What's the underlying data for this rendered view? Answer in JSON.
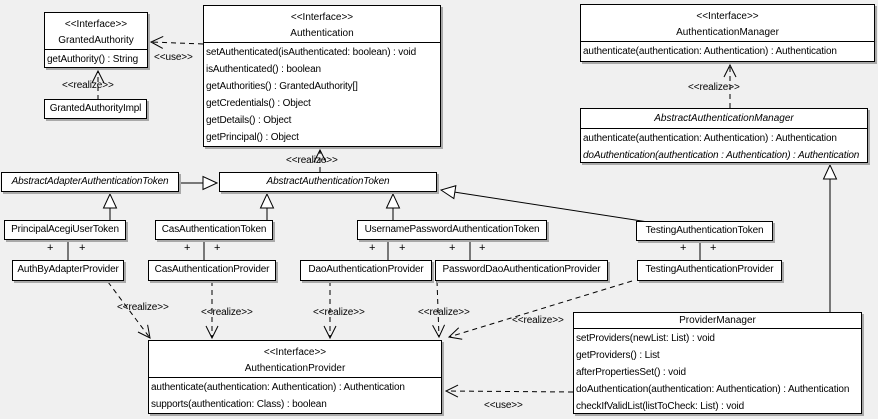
{
  "diagram": {
    "kind": "uml-class-diagram",
    "background_color": "#f0f0f0",
    "box_fill": "#ffffff",
    "line_color": "#000000"
  },
  "labels": {
    "realize": "<<realize>>",
    "use": "<<use>>",
    "plus": "+"
  },
  "classes": {
    "granted_authority": {
      "stereotype": "<<Interface>>",
      "name": "GrantedAuthority",
      "methods": [
        "getAuthority() : String"
      ]
    },
    "granted_authority_impl": {
      "name": "GrantedAuthorityImpl"
    },
    "authentication": {
      "stereotype": "<<Interface>>",
      "name": "Authentication",
      "methods": [
        "setAuthenticated(isAuthenticated: boolean) : void",
        "isAuthenticated() : boolean",
        "getAuthorities() : GrantedAuthority[]",
        "getCredentials() : Object",
        "getDetails() : Object",
        "getPrincipal() : Object"
      ]
    },
    "authentication_manager": {
      "stereotype": "<<Interface>>",
      "name": "AuthenticationManager",
      "methods": [
        "authenticate(authentication: Authentication) : Authentication"
      ]
    },
    "abstract_authentication_manager": {
      "name": "AbstractAuthenticationManager",
      "methods": [
        "authenticate(authentication: Authentication) : Authentication",
        "doAuthentication(authentication : Authentication) : Authentication"
      ]
    },
    "abstract_adapter_authentication_token": {
      "name": "AbstractAdapterAuthenticationToken"
    },
    "abstract_authentication_token": {
      "name": "AbstractAuthenticationToken"
    },
    "principal_acegi_user_token": {
      "name": "PrincipalAcegiUserToken"
    },
    "cas_authentication_token": {
      "name": "CasAuthenticationToken"
    },
    "username_password_authentication_token": {
      "name": "UsernamePasswordAuthenticationToken"
    },
    "testing_authentication_token": {
      "name": "TestingAuthenticationToken"
    },
    "auth_by_adapter_provider": {
      "name": "AuthByAdapterProvider"
    },
    "cas_authentication_provider": {
      "name": "CasAuthenticationProvider"
    },
    "dao_authentication_provider": {
      "name": "DaoAuthenticationProvider"
    },
    "password_dao_authentication_provider": {
      "name": "PasswordDaoAuthenticationProvider"
    },
    "testing_authentication_provider": {
      "name": "TestingAuthenticationProvider"
    },
    "authentication_provider": {
      "stereotype": "<<Interface>>",
      "name": "AuthenticationProvider",
      "methods": [
        "authenticate(authentication: Authentication) : Authentication",
        "supports(authentication: Class) : boolean"
      ]
    },
    "provider_manager": {
      "name": "ProviderManager",
      "methods": [
        "setProviders(newList: List) : void",
        "getProviders() : List",
        "afterPropertiesSet() : void",
        "doAuthentication(authentication: Authentication) : Authentication",
        "checkIfValidList(listToCheck: List) : void"
      ]
    }
  },
  "relationships": [
    {
      "type": "use",
      "from": "Authentication",
      "to": "GrantedAuthority",
      "label": "<<use>>"
    },
    {
      "type": "realize",
      "from": "GrantedAuthorityImpl",
      "to": "GrantedAuthority",
      "label": "<<realize>>"
    },
    {
      "type": "realize",
      "from": "AbstractAuthenticationToken",
      "to": "Authentication",
      "label": "<<realize>>"
    },
    {
      "type": "realize",
      "from": "AbstractAuthenticationManager",
      "to": "AuthenticationManager",
      "label": "<<realize>>"
    },
    {
      "type": "generalization",
      "from": "AbstractAdapterAuthenticationToken",
      "to": "AbstractAuthenticationToken"
    },
    {
      "type": "generalization",
      "from": "PrincipalAcegiUserToken",
      "to": "AbstractAdapterAuthenticationToken"
    },
    {
      "type": "generalization",
      "from": "CasAuthenticationToken",
      "to": "AbstractAuthenticationToken"
    },
    {
      "type": "generalization",
      "from": "UsernamePasswordAuthenticationToken",
      "to": "AbstractAuthenticationToken"
    },
    {
      "type": "generalization",
      "from": "TestingAuthenticationToken",
      "to": "AbstractAuthenticationToken"
    },
    {
      "type": "generalization",
      "from": "ProviderManager",
      "to": "AbstractAuthenticationManager"
    },
    {
      "type": "association",
      "from": "PrincipalAcegiUserToken",
      "to": "AuthByAdapterProvider",
      "end_labels": [
        "+",
        "+"
      ]
    },
    {
      "type": "association",
      "from": "CasAuthenticationToken",
      "to": "CasAuthenticationProvider",
      "end_labels": [
        "+",
        "+"
      ]
    },
    {
      "type": "association",
      "from": "UsernamePasswordAuthenticationToken",
      "to": "DaoAuthenticationProvider",
      "end_labels": [
        "+",
        "+"
      ]
    },
    {
      "type": "association",
      "from": "UsernamePasswordAuthenticationToken",
      "to": "PasswordDaoAuthenticationProvider",
      "end_labels": [
        "+",
        "+"
      ]
    },
    {
      "type": "association",
      "from": "TestingAuthenticationToken",
      "to": "TestingAuthenticationProvider",
      "end_labels": [
        "+",
        "+"
      ]
    },
    {
      "type": "realize",
      "from": "AuthByAdapterProvider",
      "to": "AuthenticationProvider",
      "label": "<<realize>>"
    },
    {
      "type": "realize",
      "from": "CasAuthenticationProvider",
      "to": "AuthenticationProvider",
      "label": "<<realize>>"
    },
    {
      "type": "realize",
      "from": "DaoAuthenticationProvider",
      "to": "AuthenticationProvider",
      "label": "<<realize>>"
    },
    {
      "type": "realize",
      "from": "PasswordDaoAuthenticationProvider",
      "to": "AuthenticationProvider",
      "label": "<<realize>>"
    },
    {
      "type": "realize",
      "from": "TestingAuthenticationProvider",
      "to": "AuthenticationProvider",
      "label": "<<realize>>"
    },
    {
      "type": "use",
      "from": "ProviderManager",
      "to": "AuthenticationProvider",
      "label": "<<use>>"
    }
  ]
}
